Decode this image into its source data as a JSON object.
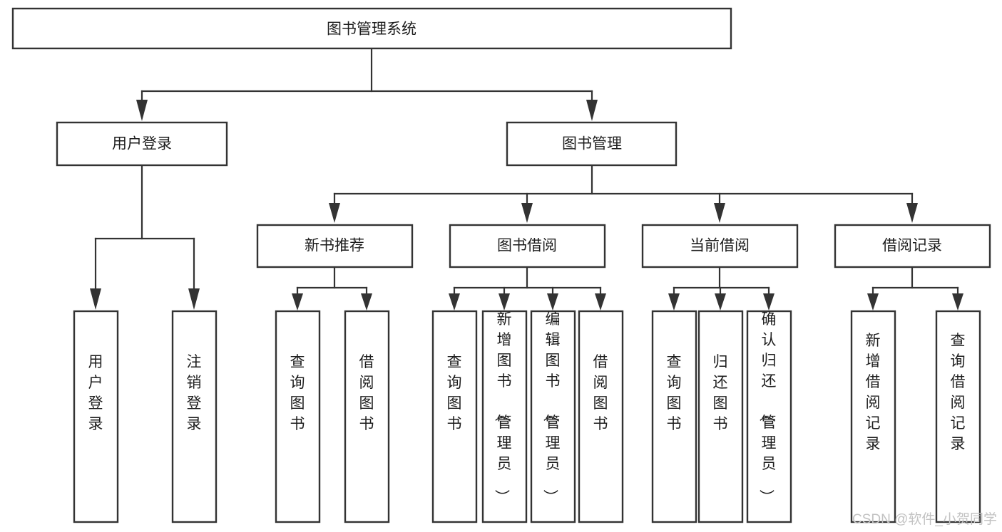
{
  "diagram": {
    "title": "图书管理系统",
    "type": "hierarchy-tree",
    "orientation": "top-down",
    "root": {
      "id": "root",
      "label": "图书管理系统",
      "text_orientation": "horizontal"
    },
    "level2": [
      {
        "id": "user-login",
        "label": "用户登录",
        "text_orientation": "horizontal"
      },
      {
        "id": "book-manage",
        "label": "图书管理",
        "text_orientation": "horizontal"
      }
    ],
    "level3": [
      {
        "id": "new-book-rec",
        "label": "新书推荐",
        "parent": "book-manage",
        "text_orientation": "horizontal"
      },
      {
        "id": "book-borrow",
        "label": "图书借阅",
        "parent": "book-manage",
        "text_orientation": "horizontal"
      },
      {
        "id": "current-borrow",
        "label": "当前借阅",
        "parent": "book-manage",
        "text_orientation": "horizontal"
      },
      {
        "id": "borrow-record",
        "label": "借阅记录",
        "parent": "book-manage",
        "text_orientation": "horizontal"
      }
    ],
    "leaves": [
      {
        "id": "leaf-user-login",
        "label": "用户登录",
        "parent": "user-login",
        "text_orientation": "vertical"
      },
      {
        "id": "leaf-logout",
        "label": "注销登录",
        "parent": "user-login",
        "text_orientation": "vertical"
      },
      {
        "id": "leaf-query-book-rec",
        "label": "查询图书",
        "parent": "new-book-rec",
        "text_orientation": "vertical"
      },
      {
        "id": "leaf-borrow-book-rec",
        "label": "借阅图书",
        "parent": "new-book-rec",
        "text_orientation": "vertical"
      },
      {
        "id": "leaf-query-book-borrow",
        "label": "查询图书",
        "parent": "book-borrow",
        "text_orientation": "vertical"
      },
      {
        "id": "leaf-add-book",
        "label": "新增图书（管理员）",
        "parent": "book-borrow",
        "text_orientation": "vertical"
      },
      {
        "id": "leaf-edit-book",
        "label": "编辑图书（管理员）",
        "parent": "book-borrow",
        "text_orientation": "vertical"
      },
      {
        "id": "leaf-borrow-book",
        "label": "借阅图书",
        "parent": "book-borrow",
        "text_orientation": "vertical"
      },
      {
        "id": "leaf-query-book-current",
        "label": "查询图书",
        "parent": "current-borrow",
        "text_orientation": "vertical"
      },
      {
        "id": "leaf-return-book",
        "label": "归还图书",
        "parent": "current-borrow",
        "text_orientation": "vertical"
      },
      {
        "id": "leaf-confirm-return",
        "label": "确认归还（管理员）",
        "parent": "current-borrow",
        "text_orientation": "vertical"
      },
      {
        "id": "leaf-add-record",
        "label": "新增借阅记录",
        "parent": "borrow-record",
        "text_orientation": "vertical"
      },
      {
        "id": "leaf-query-record",
        "label": "查询借阅记录",
        "parent": "borrow-record",
        "text_orientation": "vertical"
      }
    ],
    "watermark": "CSDN @软件_小贺同学",
    "colors": {
      "background": "#ffffff",
      "box_fill": "#ffffff",
      "box_stroke": "#333333",
      "connector": "#333333",
      "text": "#1d1d1d",
      "watermark": "#c2c2c2"
    }
  }
}
